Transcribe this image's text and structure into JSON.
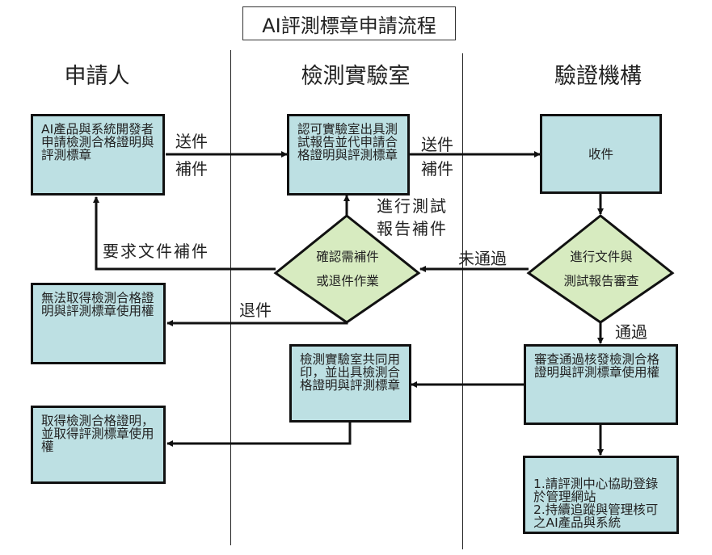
{
  "title": "AI評測標章申請流程",
  "lanes": [
    {
      "name": "申請人"
    },
    {
      "name": "檢測實驗室"
    },
    {
      "name": "驗證機構"
    }
  ],
  "nodes": {
    "applicant_submit": "AI產品與系統開發者申請檢測合格證明與評測標章",
    "lab_issue_report": "認可實驗室出具測試報告並代申請合格證明與評測標章",
    "cert_receive": "收件",
    "cert_review_line1": "進行文件與",
    "cert_review_line2": "測試報告審查",
    "lab_confirm_line1": "確認需補件",
    "lab_confirm_line2": "或退件作業",
    "applicant_denied": "無法取得檢測合格證明與評測標章使用權",
    "cert_approve": "審查通過核發檢測合格證明與評測標章使用權",
    "lab_co_seal": "檢測實驗室共同用印，並出具檢測合格證明與評測標章",
    "applicant_granted": "取得檢測合格證明，並取得評測標章使用權",
    "cert_followup": "1.請評測中心協助登錄於管理網站\n2.持續追蹤與管理核可之AI產品與系統"
  },
  "edge_labels": {
    "send1": "送件",
    "supplement1": "補件",
    "send2": "送件",
    "supplement2": "補件",
    "test_report_supplement_line1": "進行測試",
    "test_report_supplement_line2": "報告補件",
    "request_docs": "要求文件補件",
    "not_passed": "未通過",
    "rejected": "退件",
    "passed": "通過"
  },
  "colors": {
    "process_fill": "#bde0e3",
    "decision_fill": "#d7ebc0",
    "stroke": "#111111"
  }
}
